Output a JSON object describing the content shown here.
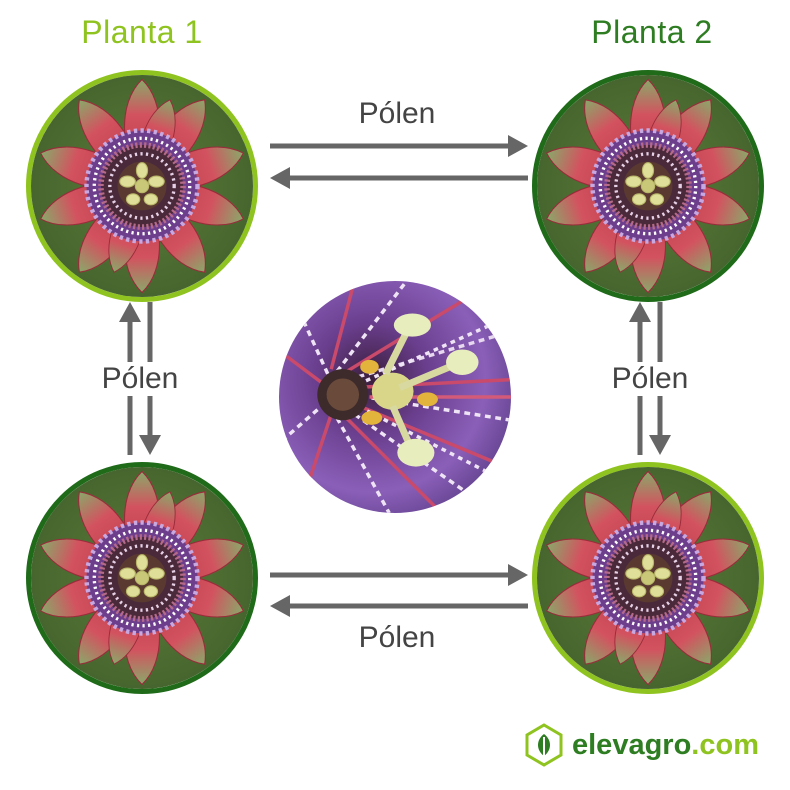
{
  "titles": {
    "plant1": "Planta 1",
    "plant2": "Planta 2"
  },
  "pollen_labels": {
    "top": "Pólen",
    "left": "Pólen",
    "right": "Pólen",
    "bottom": "Pólen"
  },
  "logo": {
    "name": "elevagro",
    "suffix": ".com"
  },
  "colors": {
    "plant1_green": "#8fc31f",
    "plant2_green": "#1f6b1a",
    "arrow_gray": "#666666",
    "petal_red": "#c2404f"
  },
  "icons": {
    "logo": "hexagon-leaf-icon",
    "flowers": "passion-flower-photo"
  }
}
